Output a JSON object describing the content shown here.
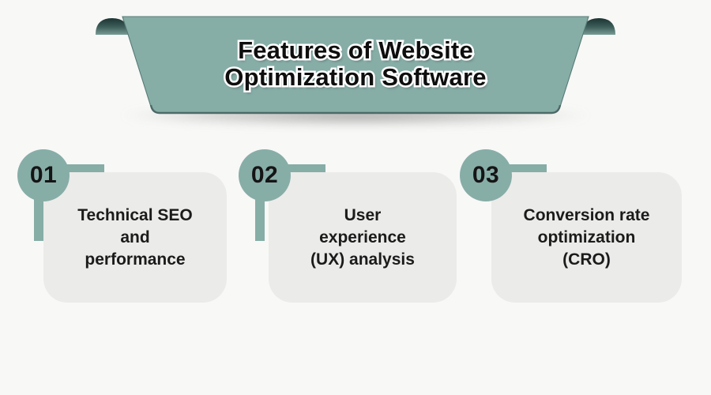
{
  "title": {
    "line1": "Features of Website",
    "line2": "Optimization Software"
  },
  "cards": [
    {
      "number": "01",
      "lines": [
        "Technical SEO",
        "and",
        "performance"
      ]
    },
    {
      "number": "02",
      "lines": [
        "User",
        "experience",
        "(UX) analysis"
      ]
    },
    {
      "number": "03",
      "lines": [
        "Conversion rate",
        "optimization",
        "(CRO)"
      ]
    }
  ],
  "colors": {
    "teal": "#87ADA7",
    "teal_edge": "#567B76",
    "curl_dark": "#1B3331",
    "card_bg": "#EBEBE9",
    "background": "#F8F8F6",
    "text_dark": "#151515",
    "outline_white": "#FFFFFF"
  }
}
